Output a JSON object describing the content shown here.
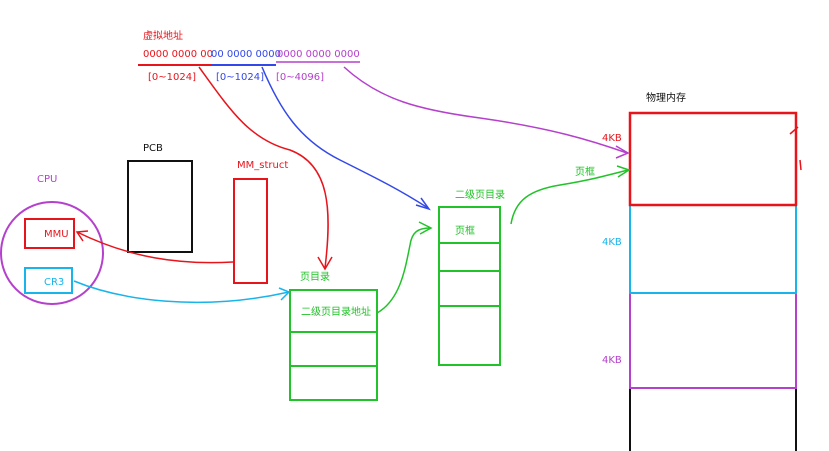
{
  "virtual_address": {
    "title": "虚拟地址",
    "segment_1": "0000 0000 00",
    "segment_2": "00 0000 0000",
    "segment_3": "0000 0000 0000",
    "range_1": "[0~1024]",
    "range_2": "[0~1024]",
    "range_3": "[0~4096]"
  },
  "cpu": {
    "label": "CPU",
    "mmu": "MMU",
    "cr3": "CR3"
  },
  "pcb": {
    "label": "PCB"
  },
  "mm_struct": {
    "label": "MM_struct"
  },
  "page_directory": {
    "label": "页目录",
    "entry_1": "二级页目录地址"
  },
  "second_level_directory": {
    "label": "二级页目录",
    "entry_1": "页框"
  },
  "page_frame_label": "页框",
  "physical_memory": {
    "label": "物理内存",
    "block_1": "4KB",
    "block_2": "4KB",
    "block_3": "4KB"
  },
  "colors": {
    "red": "#e8141c",
    "blue": "#3348e8",
    "purple": "#b440cc",
    "green": "#22c22a",
    "cyan": "#18b4ea",
    "black": "#111111"
  }
}
